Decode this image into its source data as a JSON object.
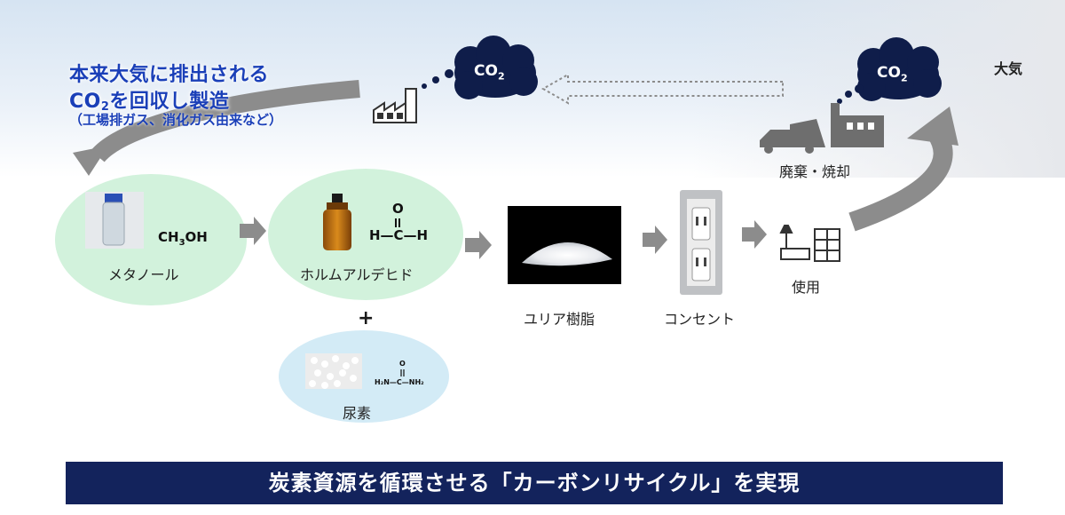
{
  "intro": {
    "line1": "本来大気に排出される",
    "line2_prefix": "CO",
    "line2_sub": "2",
    "line2_suffix": "を回収し製造",
    "line3": "（工場排ガス、消化ガス由来など）"
  },
  "atmosphere_label": "大気",
  "co2_cloud": {
    "text": "CO",
    "sub": "2"
  },
  "nodes": {
    "methanol": {
      "label": "メタノール",
      "formula_a": "CH",
      "formula_sub": "3",
      "formula_b": "OH"
    },
    "formaldehyde": {
      "label": "ホルムアルデヒド",
      "atom_o": "O",
      "atom_h": "H",
      "atom_c": "C",
      "bond": "H—C—H"
    },
    "plus": "+",
    "urea": {
      "label": "尿素",
      "atom_o": "O",
      "formula": "H₂N—C—NH₂"
    },
    "urea_resin": {
      "label": "ユリア樹脂"
    },
    "outlet": {
      "label": "コンセント"
    },
    "use": {
      "label": "使用"
    },
    "disposal": {
      "label": "廃棄・焼却"
    }
  },
  "banner": "炭素資源を循環させる「カーボンリサイクル」を実現",
  "colors": {
    "text_blue": "#1a3fb8",
    "green_node": "#d2f2dc",
    "blue_node": "#d3ebf6",
    "cloud": "#0f1d4a",
    "banner": "#13235c",
    "arrow_gray": "#8c8c8c"
  }
}
